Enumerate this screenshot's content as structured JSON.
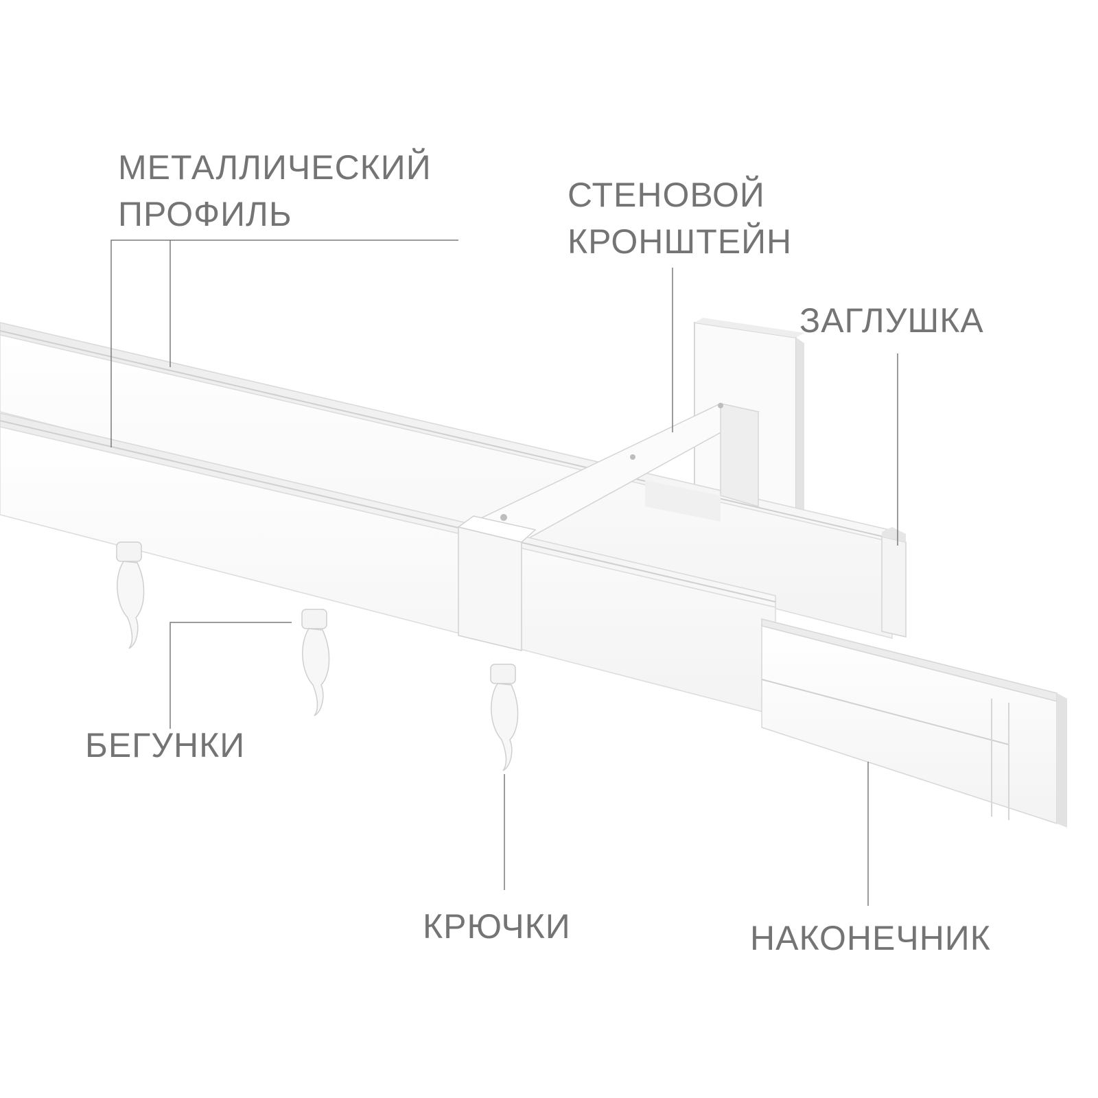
{
  "labels": {
    "profile": {
      "line1": "МЕТАЛЛИЧЕСКИЙ",
      "line2": "ПРОФИЛЬ"
    },
    "bracket": {
      "line1": "СТЕНОВОЙ",
      "line2": "КРОНШТЕЙН"
    },
    "cap": "ЗАГЛУШКА",
    "runners": "БЕГУНКИ",
    "hooks": "КРЮЧКИ",
    "finial": "НАКОНЕЧНИК"
  },
  "colors": {
    "label_text": "#747474",
    "leader_line": "#7a7a7a",
    "rod_face": "#fdfdfd",
    "rod_edge": "#d9d9d9",
    "rod_shadow": "#e9e9e9",
    "background": "#ffffff"
  }
}
